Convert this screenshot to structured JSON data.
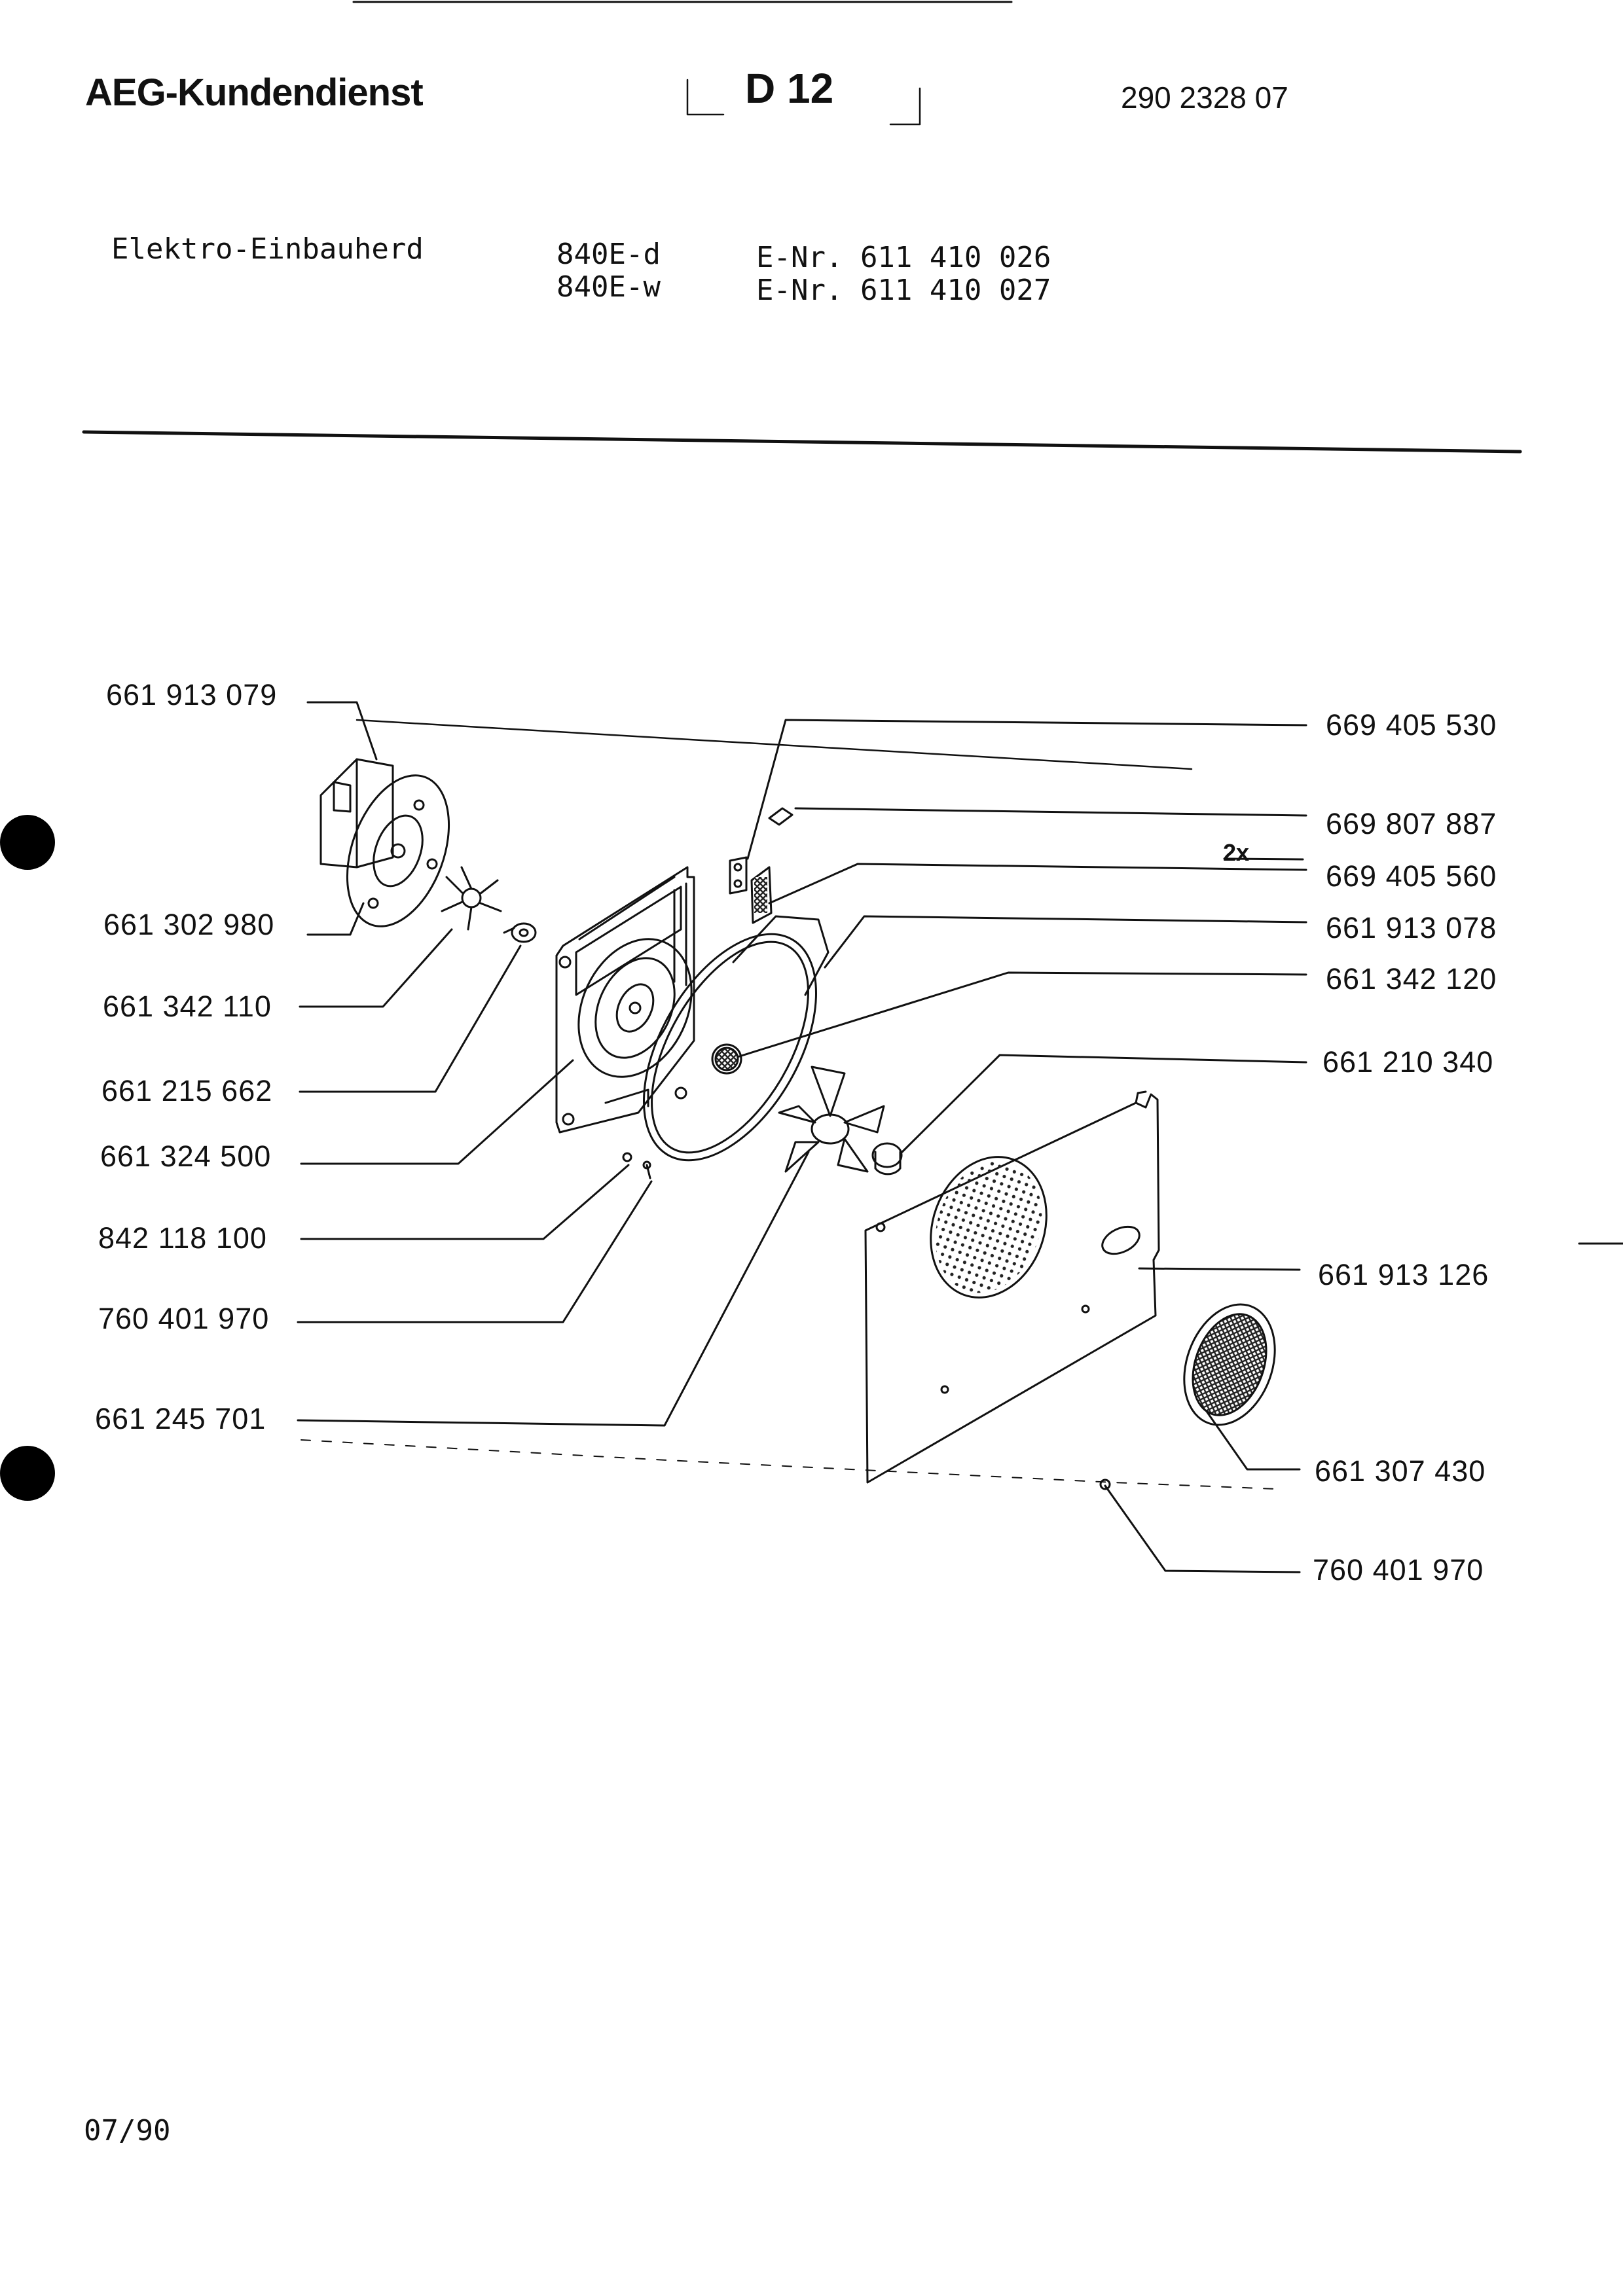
{
  "header": {
    "brand": "AEG-Kundendienst",
    "section_code": "D 12",
    "document_number": "290 2328 07"
  },
  "appliance": {
    "name": "Elektro-Einbauherd",
    "models": [
      {
        "model": "840E-d",
        "enr": "E-Nr. 611 410 026"
      },
      {
        "model": "840E-w",
        "enr": "E-Nr. 611 410 027"
      }
    ]
  },
  "parts_left": [
    "661 913 079",
    "661 302 980",
    "661 342 110",
    "661 215 662",
    "661 324 500",
    "842 118 100",
    "760 401 970",
    "661 245 701"
  ],
  "parts_right": [
    "669 405 530",
    "669 807 887",
    "669 405 560",
    "661 913 078",
    "661 342 120",
    "661 210 340",
    "661 913 126",
    "661 307 430",
    "760 401 970"
  ],
  "quantity_note": "2x",
  "footer": {
    "date": "07/90"
  }
}
